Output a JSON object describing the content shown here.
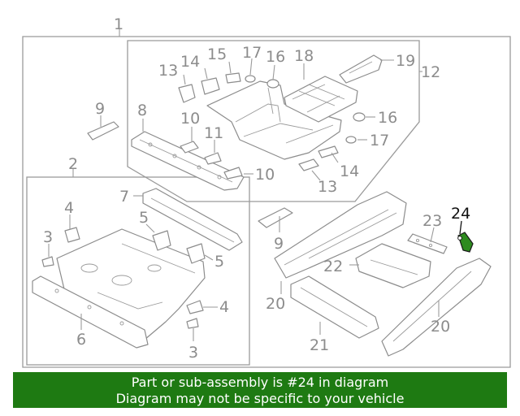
{
  "diagram": {
    "callouts": {
      "c1": "1",
      "c2": "2",
      "c3a": "3",
      "c3b": "3",
      "c4a": "4",
      "c4b": "4",
      "c5a": "5",
      "c5b": "5",
      "c6": "6",
      "c7": "7",
      "c8": "8",
      "c9a": "9",
      "c9b": "9",
      "c10a": "10",
      "c10b": "10",
      "c11": "11",
      "c12": "12",
      "c13a": "13",
      "c13b": "13",
      "c14a": "14",
      "c14b": "14",
      "c15": "15",
      "c16a": "16",
      "c16b": "16",
      "c17a": "17",
      "c17b": "17",
      "c18": "18",
      "c19": "19",
      "c20a": "20",
      "c20b": "20",
      "c21": "21",
      "c22": "22",
      "c23": "23",
      "c24": "24"
    },
    "highlight_color": "#2e8b1f"
  },
  "footer": {
    "line1": "Part or sub-assembly is #24 in diagram",
    "line2": "Diagram may not be specific to your vehicle",
    "background": "#1e7a12"
  }
}
